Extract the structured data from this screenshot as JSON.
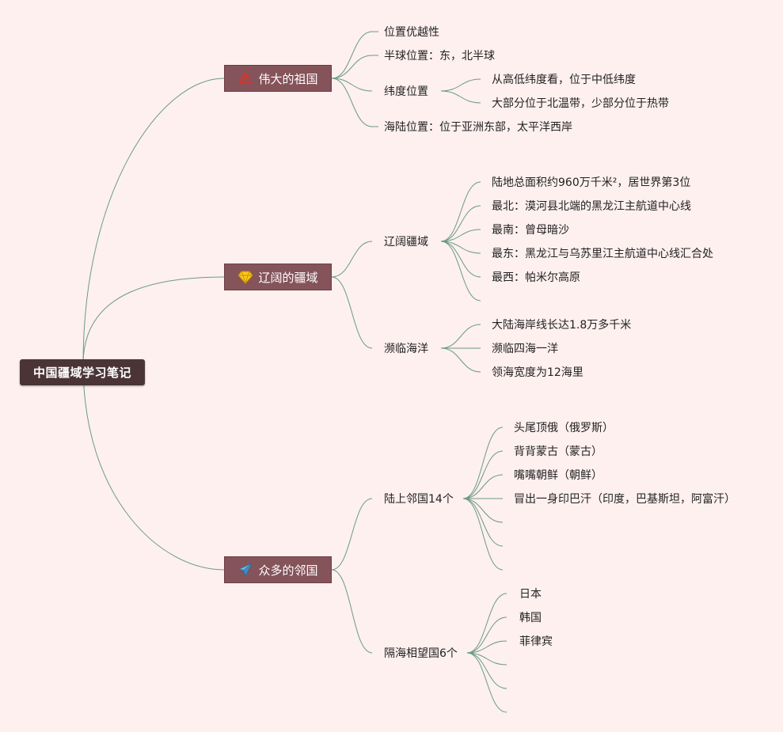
{
  "root": {
    "label": "中国疆域学习笔记"
  },
  "branches": [
    {
      "label": "伟大的祖国",
      "icon": "hammer-sickle-icon",
      "children": [
        {
          "label": "位置优越性"
        },
        {
          "label": "半球位置：东，北半球"
        },
        {
          "label": "纬度位置",
          "children": [
            "从高低纬度看，位于中低纬度",
            "大部分位于北温带，少部分位于热带"
          ]
        },
        {
          "label": "海陆位置：位于亚洲东部，太平洋西岸"
        }
      ]
    },
    {
      "label": "辽阔的疆域",
      "icon": "diamond-icon",
      "children": [
        {
          "label": "辽阔疆域",
          "children": [
            "陆地总面积约960万千米²，居世界第3位",
            "最北：漠河县北端的黑龙江主航道中心线",
            "最南：曾母暗沙",
            "最东：黑龙江与乌苏里江主航道中心线汇合处",
            "最西：帕米尔高原",
            ""
          ]
        },
        {
          "label": "濒临海洋",
          "children": [
            "大陆海岸线长达1.8万多千米",
            "濒临四海一洋",
            "领海宽度为12海里"
          ]
        }
      ]
    },
    {
      "label": "众多的邻国",
      "icon": "paper-plane-icon",
      "children": [
        {
          "label": "陆上邻国14个",
          "children": [
            "头尾顶俄（俄罗斯）",
            "背背蒙古（蒙古）",
            "嘴嘴朝鲜（朝鲜）",
            "冒出一身印巴汗（印度，巴基斯坦，阿富汗）",
            "",
            "",
            ""
          ]
        },
        {
          "label": "隔海相望国6个",
          "children": [
            "日本",
            "韩国",
            "菲律宾",
            "",
            "",
            ""
          ]
        }
      ]
    }
  ]
}
